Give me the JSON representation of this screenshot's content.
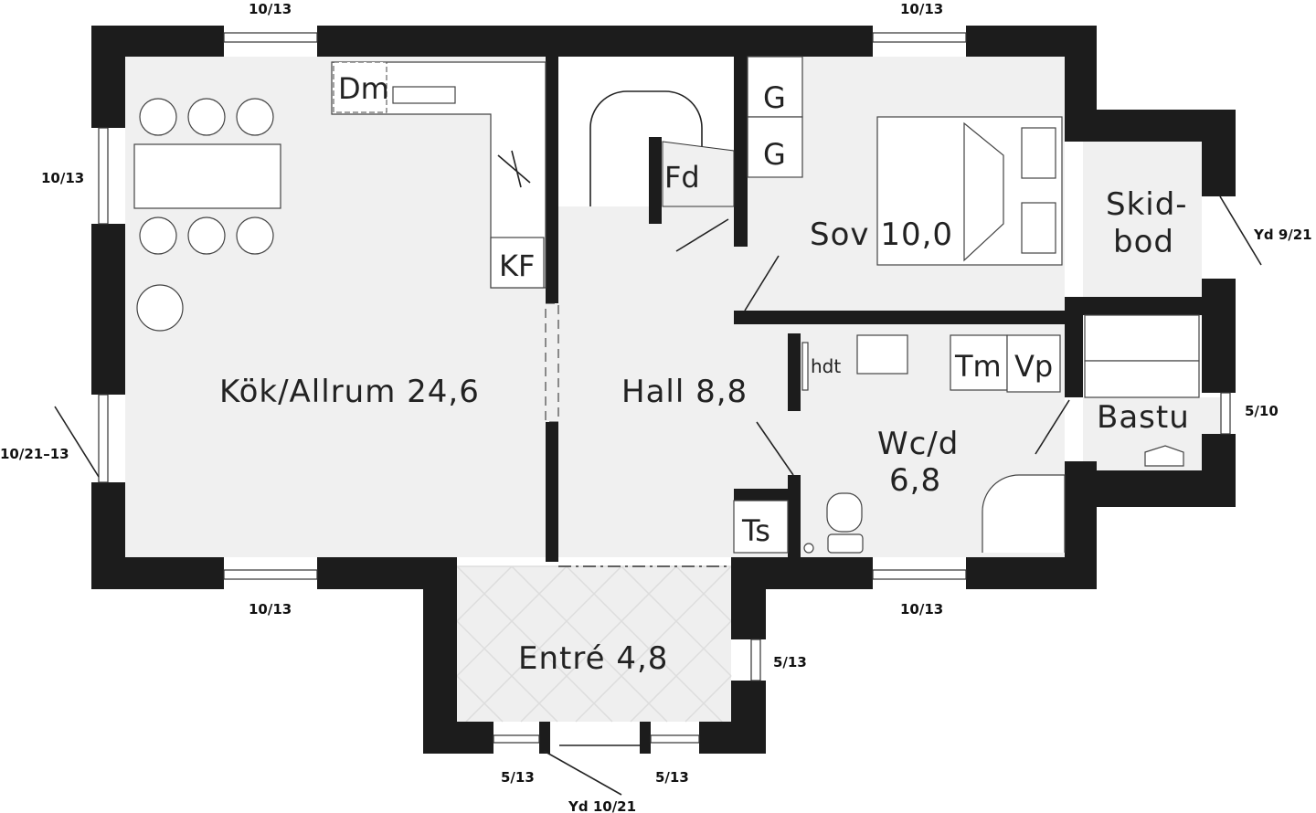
{
  "rooms": {
    "kitchen": "Kök/Allrum 24,6",
    "hall": "Hall 8,8",
    "bedroom": "Sov 10,0",
    "wc_line1": "Wc/d",
    "wc_line2": "6,8",
    "entre": "Entré 4,8",
    "skidbod_line1": "Skid-",
    "skidbod_line2": "bod",
    "bastu": "Bastu"
  },
  "fixtures": {
    "dishwasher": "Dm",
    "fridge_freezer": "KF",
    "wardrobe1": "G",
    "wardrobe2": "G",
    "attic_stair": "Fd",
    "towel_rail": "hdt",
    "dryer": "Tm",
    "washer": "Vp",
    "drying_cabinet": "Ts"
  },
  "windows": {
    "top_left": "10/13",
    "top_right": "10/13",
    "left_upper": "10/13",
    "left_lower": "10/21–13",
    "bottom_left": "10/13",
    "bottom_right": "10/13",
    "entre_right": "5/13",
    "entre_bottom_left": "5/13",
    "entre_bottom_right": "5/13",
    "entre_door": "Yd 10/21",
    "bastu": "5/10",
    "skidbod_door": "Yd 9/21"
  },
  "colors": {
    "wall": "#1c1c1c",
    "floor": "#f0f0f0"
  }
}
